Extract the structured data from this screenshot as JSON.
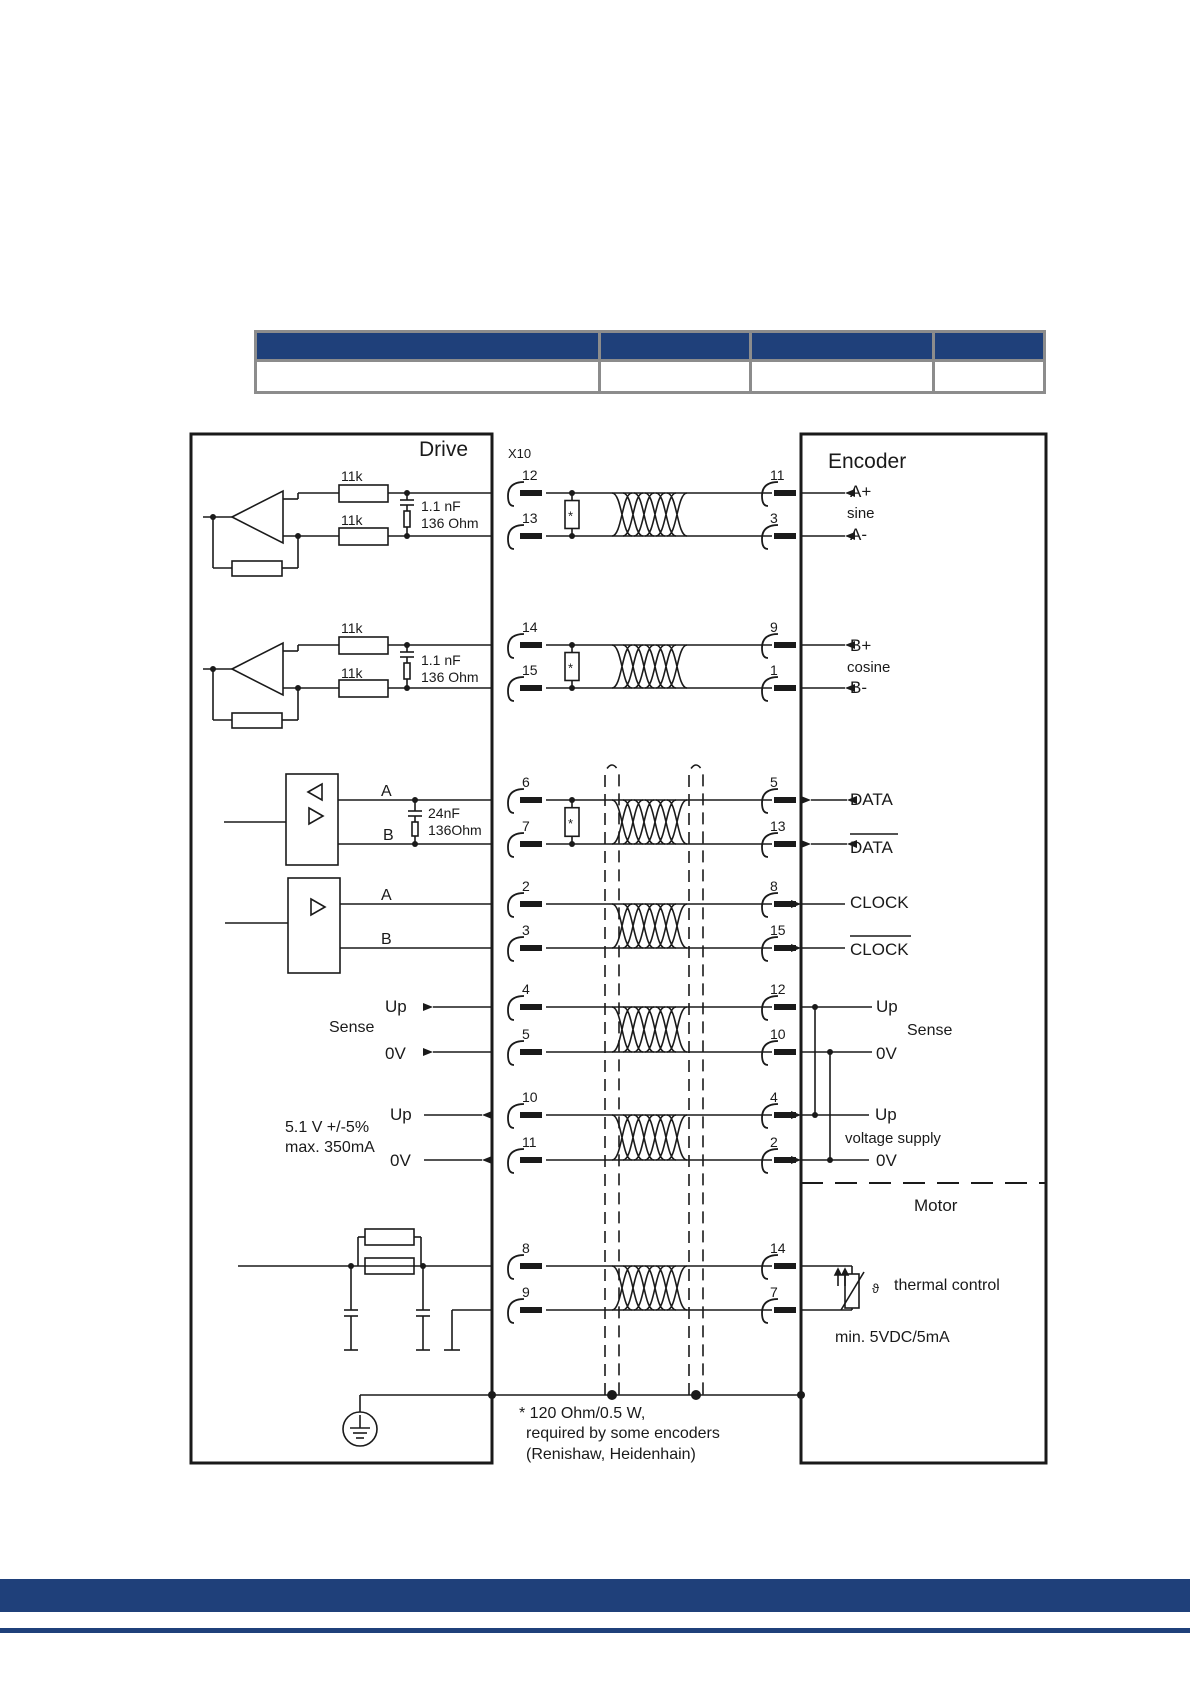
{
  "table": {
    "headers": [
      "",
      "",
      "",
      ""
    ],
    "rows": [
      [
        "",
        "",
        "",
        ""
      ]
    ]
  },
  "drive": {
    "title": "Drive",
    "connector": "X10",
    "feedback_resistor_top": "11k",
    "feedback_resistor_bottom": "11k",
    "rc_cap_sine": "1.1 nF",
    "rc_res_sine": "136 Ohm",
    "rc_cap_cosine": "1.1 nF",
    "rc_res_cosine": "136 Ohm",
    "rs485_cap": "24nF",
    "rs485_res": "136Ohm",
    "line_a": "A",
    "line_b": "B",
    "sense_up": "Up",
    "sense_label": "Sense",
    "sense_0v": "0V",
    "supply_voltage": "5.1 V +/-5%",
    "supply_current": "max. 350mA",
    "supply_up": "Up",
    "supply_0v": "0V"
  },
  "encoder": {
    "title": "Encoder",
    "a_plus": "A+",
    "sine": "sine",
    "a_minus": "A-",
    "b_plus": "B+",
    "cosine": "cosine",
    "b_minus": "B-",
    "data": "DATA",
    "data_inv": "DATA",
    "clock": "CLOCK",
    "clock_inv": "CLOCK",
    "sense_up": "Up",
    "sense_label": "Sense",
    "sense_0v": "0V",
    "supply_up": "Up",
    "supply_label": "voltage supply",
    "supply_0v": "0V"
  },
  "motor": {
    "title": "Motor",
    "thermal": "thermal control",
    "thermal_spec": "min. 5VDC/5mA",
    "theta": "ϑ"
  },
  "pins": {
    "drive": [
      "12",
      "13",
      "14",
      "15",
      "6",
      "7",
      "2",
      "3",
      "4",
      "5",
      "10",
      "11",
      "8",
      "9"
    ],
    "encoder": [
      "11",
      "3",
      "9",
      "1",
      "5",
      "13",
      "8",
      "15",
      "12",
      "10",
      "4",
      "2",
      "14",
      "7"
    ]
  },
  "terminator": "*",
  "footnote": {
    "line1": "* 120 Ohm/0.5 W,",
    "line2": "required by some encoders",
    "line3": "(Renishaw, Heidenhain)"
  },
  "colors": {
    "accent": "#1f407a",
    "line": "#1a1a1a"
  }
}
